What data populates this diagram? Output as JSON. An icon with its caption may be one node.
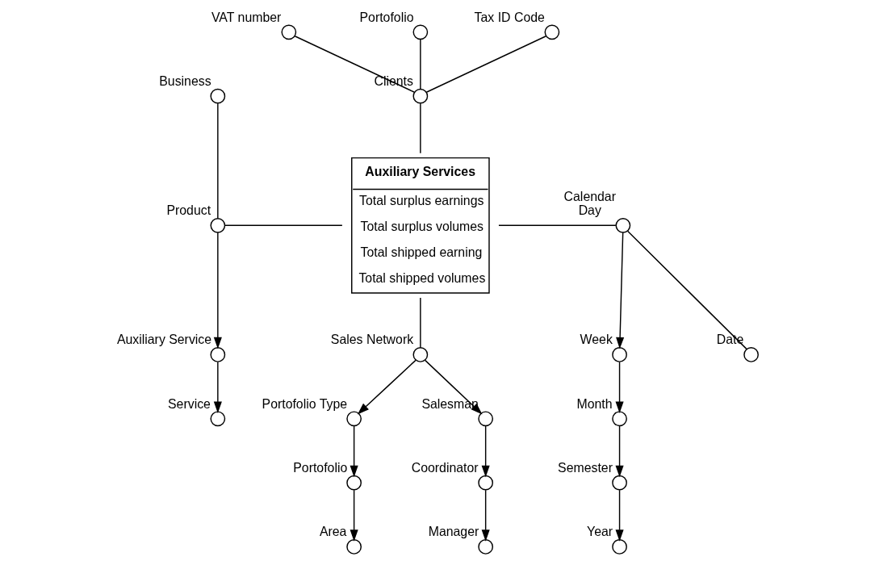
{
  "diagram": {
    "nodes": [
      {
        "text": [],
        "shape": "circle",
        "beside": [
          "VAT number"
        ]
      },
      {
        "text": [],
        "shape": "circle",
        "beside": [
          "Portofolio"
        ]
      },
      {
        "text": [],
        "shape": "circle",
        "beside": [
          "Tax ID Code"
        ]
      },
      {
        "text": [],
        "shape": "circle",
        "beside": [
          "Clients"
        ]
      },
      {
        "text": [],
        "shape": "circle",
        "beside": [
          "Business"
        ]
      },
      {
        "text": [
          "Auxiliary Services",
          "Total surplus earnings",
          "Total surplus volumes",
          "Total shipped earning",
          "Total shipped volumes"
        ]
      },
      {
        "text": [],
        "shape": "circle",
        "beside": [
          "Week"
        ]
      },
      {
        "text": [],
        "shape": "circle",
        "beside": [
          "Product"
        ]
      },
      {
        "text": [],
        "shape": "circle",
        "beside": [
          "Calendar",
          "Day"
        ]
      },
      {
        "text": [],
        "shape": "circle",
        "beside": [
          "Month"
        ]
      },
      {
        "text": [],
        "shape": "circle",
        "beside": [
          "Year"
        ]
      },
      {
        "text": [],
        "shape": "circle",
        "beside": [
          "Semester"
        ]
      },
      {
        "text": [],
        "shape": "circle",
        "beside": [
          "Auxiliary Service"
        ]
      },
      {
        "text": [],
        "shape": "circle",
        "beside": [
          "Date"
        ]
      },
      {
        "text": [],
        "shape": "circle",
        "beside": [
          "Sales Network"
        ]
      },
      {
        "text": [],
        "shape": "circle",
        "beside": [
          "Service"
        ]
      },
      {
        "text": [],
        "shape": "circle",
        "beside": [
          "Area"
        ]
      },
      {
        "text": [],
        "shape": "circle",
        "beside": [
          "Portofolio Type"
        ]
      },
      {
        "text": [],
        "shape": "circle",
        "beside": [
          "Portofolio"
        ]
      },
      {
        "text": [],
        "shape": "circle",
        "beside": [
          "Coordinator"
        ]
      },
      {
        "text": [],
        "shape": "circle",
        "beside": [
          "Manager"
        ]
      },
      {
        "text": [],
        "shape": "circle",
        "beside": [
          "Salesman"
        ]
      }
    ],
    "edges": [
      {
        "from": 0,
        "to": 3,
        "arrow": "none"
      },
      {
        "from": 1,
        "to": 3,
        "arrow": "none"
      },
      {
        "from": 2,
        "to": 3,
        "arrow": "none"
      },
      {
        "from": 3,
        "to": 5,
        "arrow": "none"
      },
      {
        "from": 4,
        "to": 7,
        "arrow": "none"
      },
      {
        "from": 7,
        "to": 5,
        "arrow": "none"
      },
      {
        "from": 7,
        "to": 12,
        "arrow": "to"
      },
      {
        "from": 12,
        "to": 15,
        "arrow": "to"
      },
      {
        "from": 5,
        "to": 8,
        "arrow": "none"
      },
      {
        "from": 8,
        "to": 6,
        "arrow": "to"
      },
      {
        "from": 6,
        "to": 9,
        "arrow": "to"
      },
      {
        "from": 9,
        "to": 11,
        "arrow": "to"
      },
      {
        "from": 11,
        "to": 10,
        "arrow": "to"
      },
      {
        "from": 8,
        "to": 13,
        "arrow": "none"
      },
      {
        "from": 5,
        "to": 14,
        "arrow": "none"
      },
      {
        "from": 14,
        "to": 21,
        "arrow": "to"
      },
      {
        "from": 21,
        "to": 19,
        "arrow": "to"
      },
      {
        "from": 19,
        "to": 20,
        "arrow": "to"
      },
      {
        "from": 14,
        "to": 17,
        "arrow": "to"
      },
      {
        "from": 17,
        "to": 18,
        "arrow": "to"
      },
      {
        "from": 18,
        "to": 16,
        "arrow": "to"
      }
    ]
  }
}
